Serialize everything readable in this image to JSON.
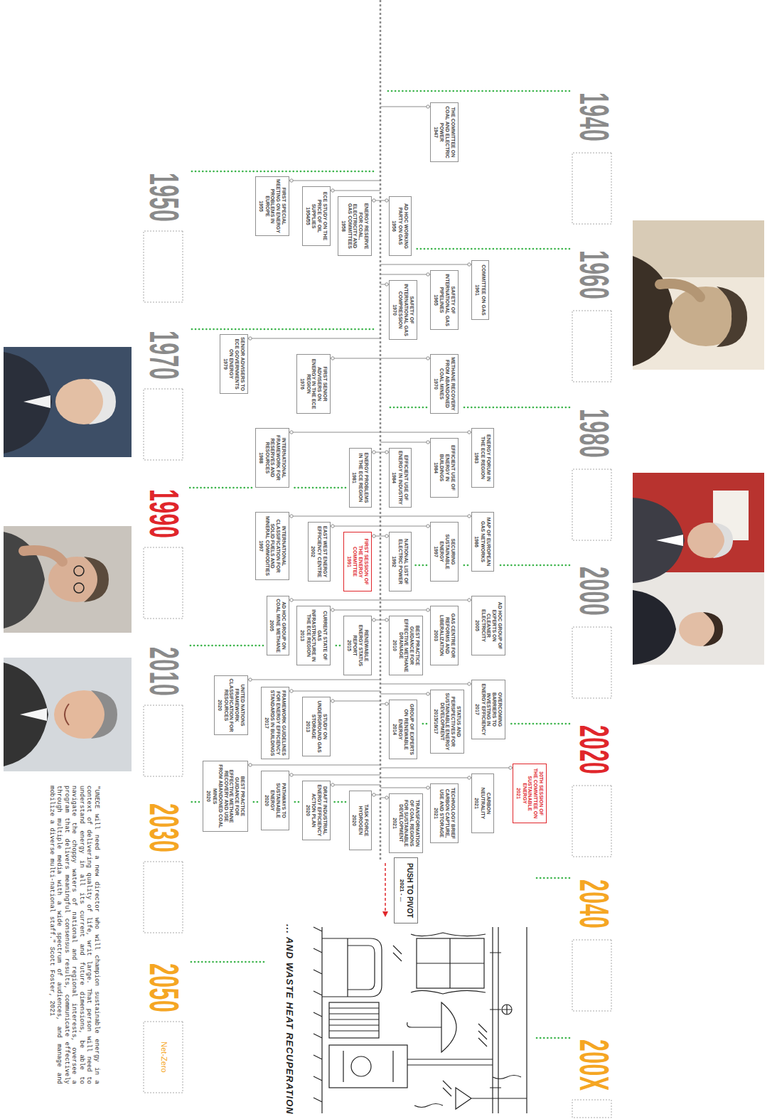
{
  "diagram": {
    "nodes": [
      {
        "text": [
          "THE COMMITTEE ON COAL AND ELECTRIC POWER",
          "1947"
        ]
      },
      {
        "text": [
          "AD HOC WORKING PARTY ON GAS",
          "1956"
        ]
      },
      {
        "text": [
          "COMMITTEE ON GAS",
          "1961"
        ]
      },
      {
        "text": [
          "SAFETY OF INTERNATIONAL GAS PIPELINES",
          "1965"
        ]
      },
      {
        "text": [
          "SAFETY OF INTERNATIONAL GAS COMPRESSION",
          "1970"
        ]
      },
      {
        "text": [
          "METHANE RECOVERY FROM ABANDONED COAL MINES",
          "1970"
        ]
      },
      {
        "text": [
          "ENERGY FORUM IN THE ECE REGION",
          "1983"
        ]
      },
      {
        "text": [
          "EFFICIENT USE OF ENERGY IN BUILDINGS",
          "1984"
        ]
      },
      {
        "text": [
          "EFFICIENT USE OF ENERGY IN INDUSTRY",
          "1984"
        ]
      },
      {
        "text": [
          "MAP OF EUROPEAN GAS NETWORKS",
          "1986"
        ]
      },
      {
        "text": [
          "SECURING SUSTAINABLE ENERGY",
          "1997"
        ]
      },
      {
        "text": [
          "NATIONAL LIST OF ELECTRIC POWER",
          "1992"
        ]
      },
      {
        "text": [
          "AD HOC GROUP OF EXPERTS ON CLEANER ELECTRICITY",
          "2005"
        ]
      },
      {
        "text": [
          "GAS CENTRE FOR REFORMS AND LIBERALIZATION",
          "2003"
        ]
      },
      {
        "text": [
          "BEST PRACTICE GUIDANCE FOR EFFECTIVE METHANE DRAINAGE",
          "2010"
        ]
      },
      {
        "text": [
          "OVERCOMING BARRIERS TO INVESTING IN ENERGY EFFICIENCY",
          "2017"
        ]
      },
      {
        "text": [
          "STATUS AND PERSPECTIVES FOR SUSTAINABLE ENERGY DEVELOPMENT",
          "2015/16/17"
        ]
      },
      {
        "text": [
          "GROUP OF EXPERTS ON RENEWABLE ENERGY",
          "2014"
        ]
      },
      {
        "text": [
          "30TH SESSION OF THE COMMITTEE ON SUSTAINABLE ENERGY",
          "2021"
        ]
      },
      {
        "text": [
          "CARBON NEUTRALITY",
          "2021"
        ]
      },
      {
        "text": [
          "TECHNOLOGY BRIEF CARBON CAPTURE, USE AND STORAGE",
          "2021"
        ]
      },
      {
        "text": [
          "TRANSFORMATION OF COAL REGIONS FOR SUSTAINABLE DEVELOPMENT",
          "2021"
        ]
      },
      {
        "text": [
          "PUSH TO PIVOT",
          "2021 - ..."
        ]
      },
      {
        "text": [
          "FIRST SPECIAL MEETING ON ENERGY PROBLEMS IN EUROPE",
          "1955"
        ]
      },
      {
        "text": [
          "ECE STUDY ON THE PRICE OF OIL SUPPLIES",
          "1954/55"
        ]
      },
      {
        "text": [
          "ENERGY RESERVE FOR COAL, ELECTRICITY AND GAS COMMITTEES",
          "1958"
        ]
      },
      {
        "text": [
          "SENIOR ADVISERS TO ECE GOVERNMENTS ON ENERGY",
          "1979"
        ]
      },
      {
        "text": [
          "FIRST SENIOR ADVISERS ON ENERGY IN THE ECE REGION",
          "1976"
        ]
      },
      {
        "text": [
          "INTERNATIONAL FRAMEWORK FOR RESERVES AND RESOURCES",
          "1988"
        ]
      },
      {
        "text": [
          "ENERGY PROBLEMS IN THE ECE REGION",
          "1981"
        ]
      },
      {
        "text": [
          "INTERNATIONAL CLASSIFICATION FOR SOLID FUELS AND MINERAL COMMODITIES",
          "1997"
        ]
      },
      {
        "text": [
          "EAST WEST ENERGY EFFICIENCY CENTRE",
          "2002"
        ]
      },
      {
        "text": [
          "FIRST SESSION OF THE ENERGY COMMITTEE",
          "1991"
        ]
      },
      {
        "text": [
          "AD HOC GROUP ON COAL MINE METHANE",
          "2005"
        ]
      },
      {
        "text": [
          "CURRENT STATE OF GAS INFRASTRUCTURE IN THE ECE REGION",
          "2013"
        ]
      },
      {
        "text": [
          "RENEWABLE ENERGY STATUS REPORT",
          "2015"
        ]
      },
      {
        "text": [
          "UNITED NATIONS FRAMEWORK CLASSIFICATION FOR RESOURCES",
          "2020"
        ]
      },
      {
        "text": [
          "FRAMEWORK GUIDELINES FOR ENERGY EFFICIENCY STANDARDS IN BUILDINGS",
          "2017"
        ]
      },
      {
        "text": [
          "STUDY ON UNDERGROUND GAS STORAGE",
          "2013"
        ]
      },
      {
        "text": [
          "BEST PRACTICE GUIDANCE FOR EFFECTIVE METHANE RECOVERY AND USE FROM ABANDONED COAL MINES",
          "2020"
        ]
      },
      {
        "text": [
          "PATHWAYS TO SUSTAINABLE ENERGY",
          "2020"
        ]
      },
      {
        "text": [
          "DRAFT INDUSTRIAL ENERGY EFFICIENCY ACTION PLAN",
          "2020"
        ]
      },
      {
        "text": [
          "TASK FORCE HYDROGEN",
          "2020"
        ]
      }
    ],
    "labels": [
      "1940",
      "1950",
      "1960",
      "1970",
      "1980",
      "1990",
      "2000",
      "2010",
      "2020",
      "2030",
      "2040",
      "2050",
      "200X",
      "Net-Zero",
      "... AND WASTE HEAT RECUPERATION",
      "\"UNECE will need a new director who will champion sustainable energy in a context of delivering quality of life, writ large. That person will need to understand energy in all its current and future dimensions, be able to navigate the choppy waters of national and regional interests, oversee a program that delivers meaningful consensus results, communicate effectively through multiple media with a wide spectrum of audiences, and manage and mobilize a diverse multi-national staff.\" Scott Foster, 2021"
    ]
  }
}
